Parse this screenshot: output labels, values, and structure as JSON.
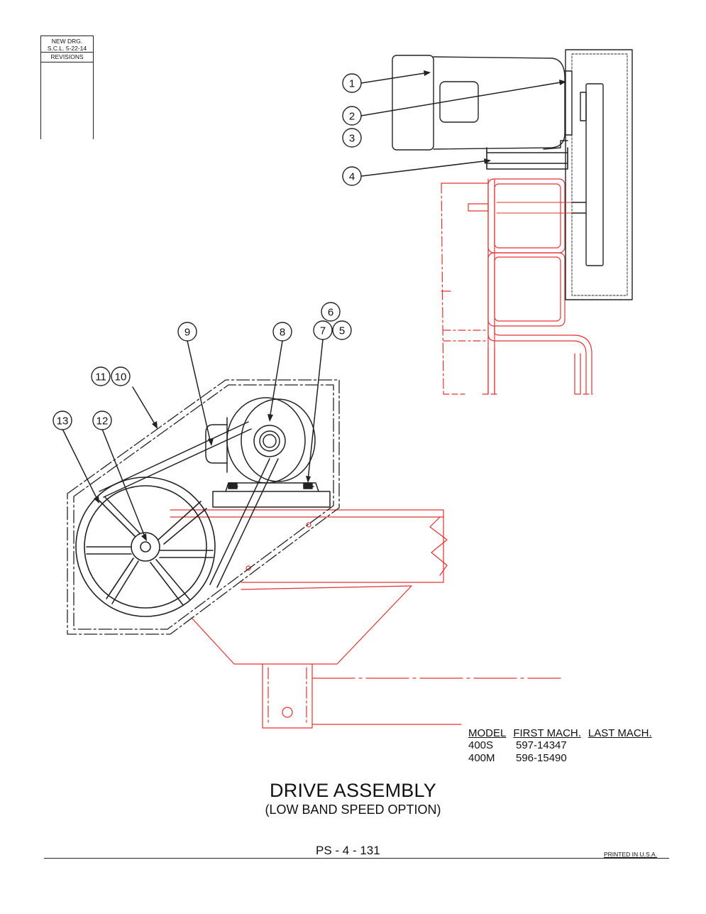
{
  "revision_block": {
    "line1": "NEW DRG.",
    "line2": "S.C.L. 5-22-14",
    "label": "REVISIONS"
  },
  "callouts": {
    "c1": "1",
    "c2": "2",
    "c3": "3",
    "c4": "4",
    "c5": "5",
    "c6": "6",
    "c7": "7",
    "c8": "8",
    "c9": "9",
    "c10": "10",
    "c11": "11",
    "c12": "12",
    "c13": "13"
  },
  "model_table": {
    "headers": [
      "MODEL",
      "FIRST MACH.",
      "LAST MACH."
    ],
    "rows": [
      {
        "model": "400S",
        "first": "597-14347"
      },
      {
        "model": "400M",
        "first": "596-15490"
      }
    ]
  },
  "title": "DRIVE ASSEMBLY",
  "subtitle": "(LOW BAND SPEED OPTION)",
  "page_code": "PS - 4 - 131",
  "printed": "PRINTED IN U.S.A.",
  "colors": {
    "line": "#222222",
    "reference": "#e53030"
  }
}
